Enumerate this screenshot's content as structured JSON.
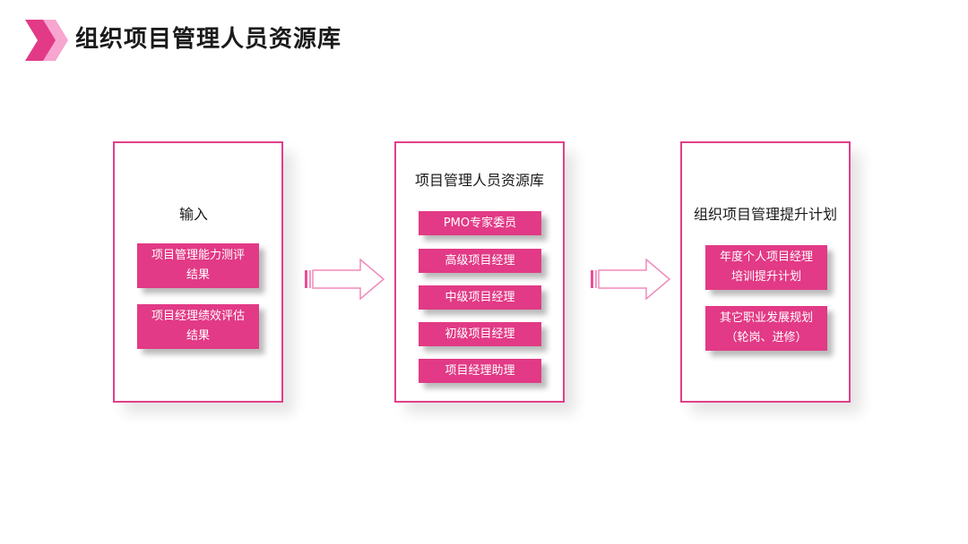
{
  "page": {
    "title": "组织项目管理人员资源库"
  },
  "colors": {
    "accent": "#e23a86",
    "border": "#e0408a",
    "logo_light": "#f7a6cf"
  },
  "diagram": {
    "input": {
      "title": "输入",
      "items": [
        "项目管理能力测评\n结果",
        "项目经理绩效评估\n结果"
      ]
    },
    "resource_pool": {
      "title": "项目管理人员资源库",
      "items": [
        "PMO专家委员",
        "高级项目经理",
        "中级项目经理",
        "初级项目经理",
        "项目经理助理"
      ]
    },
    "output": {
      "title": "组织项目管理提升计划",
      "items": [
        "年度个人项目经理\n培训提升计划",
        "其它职业发展规划\n（轮岗、进修）"
      ]
    }
  }
}
